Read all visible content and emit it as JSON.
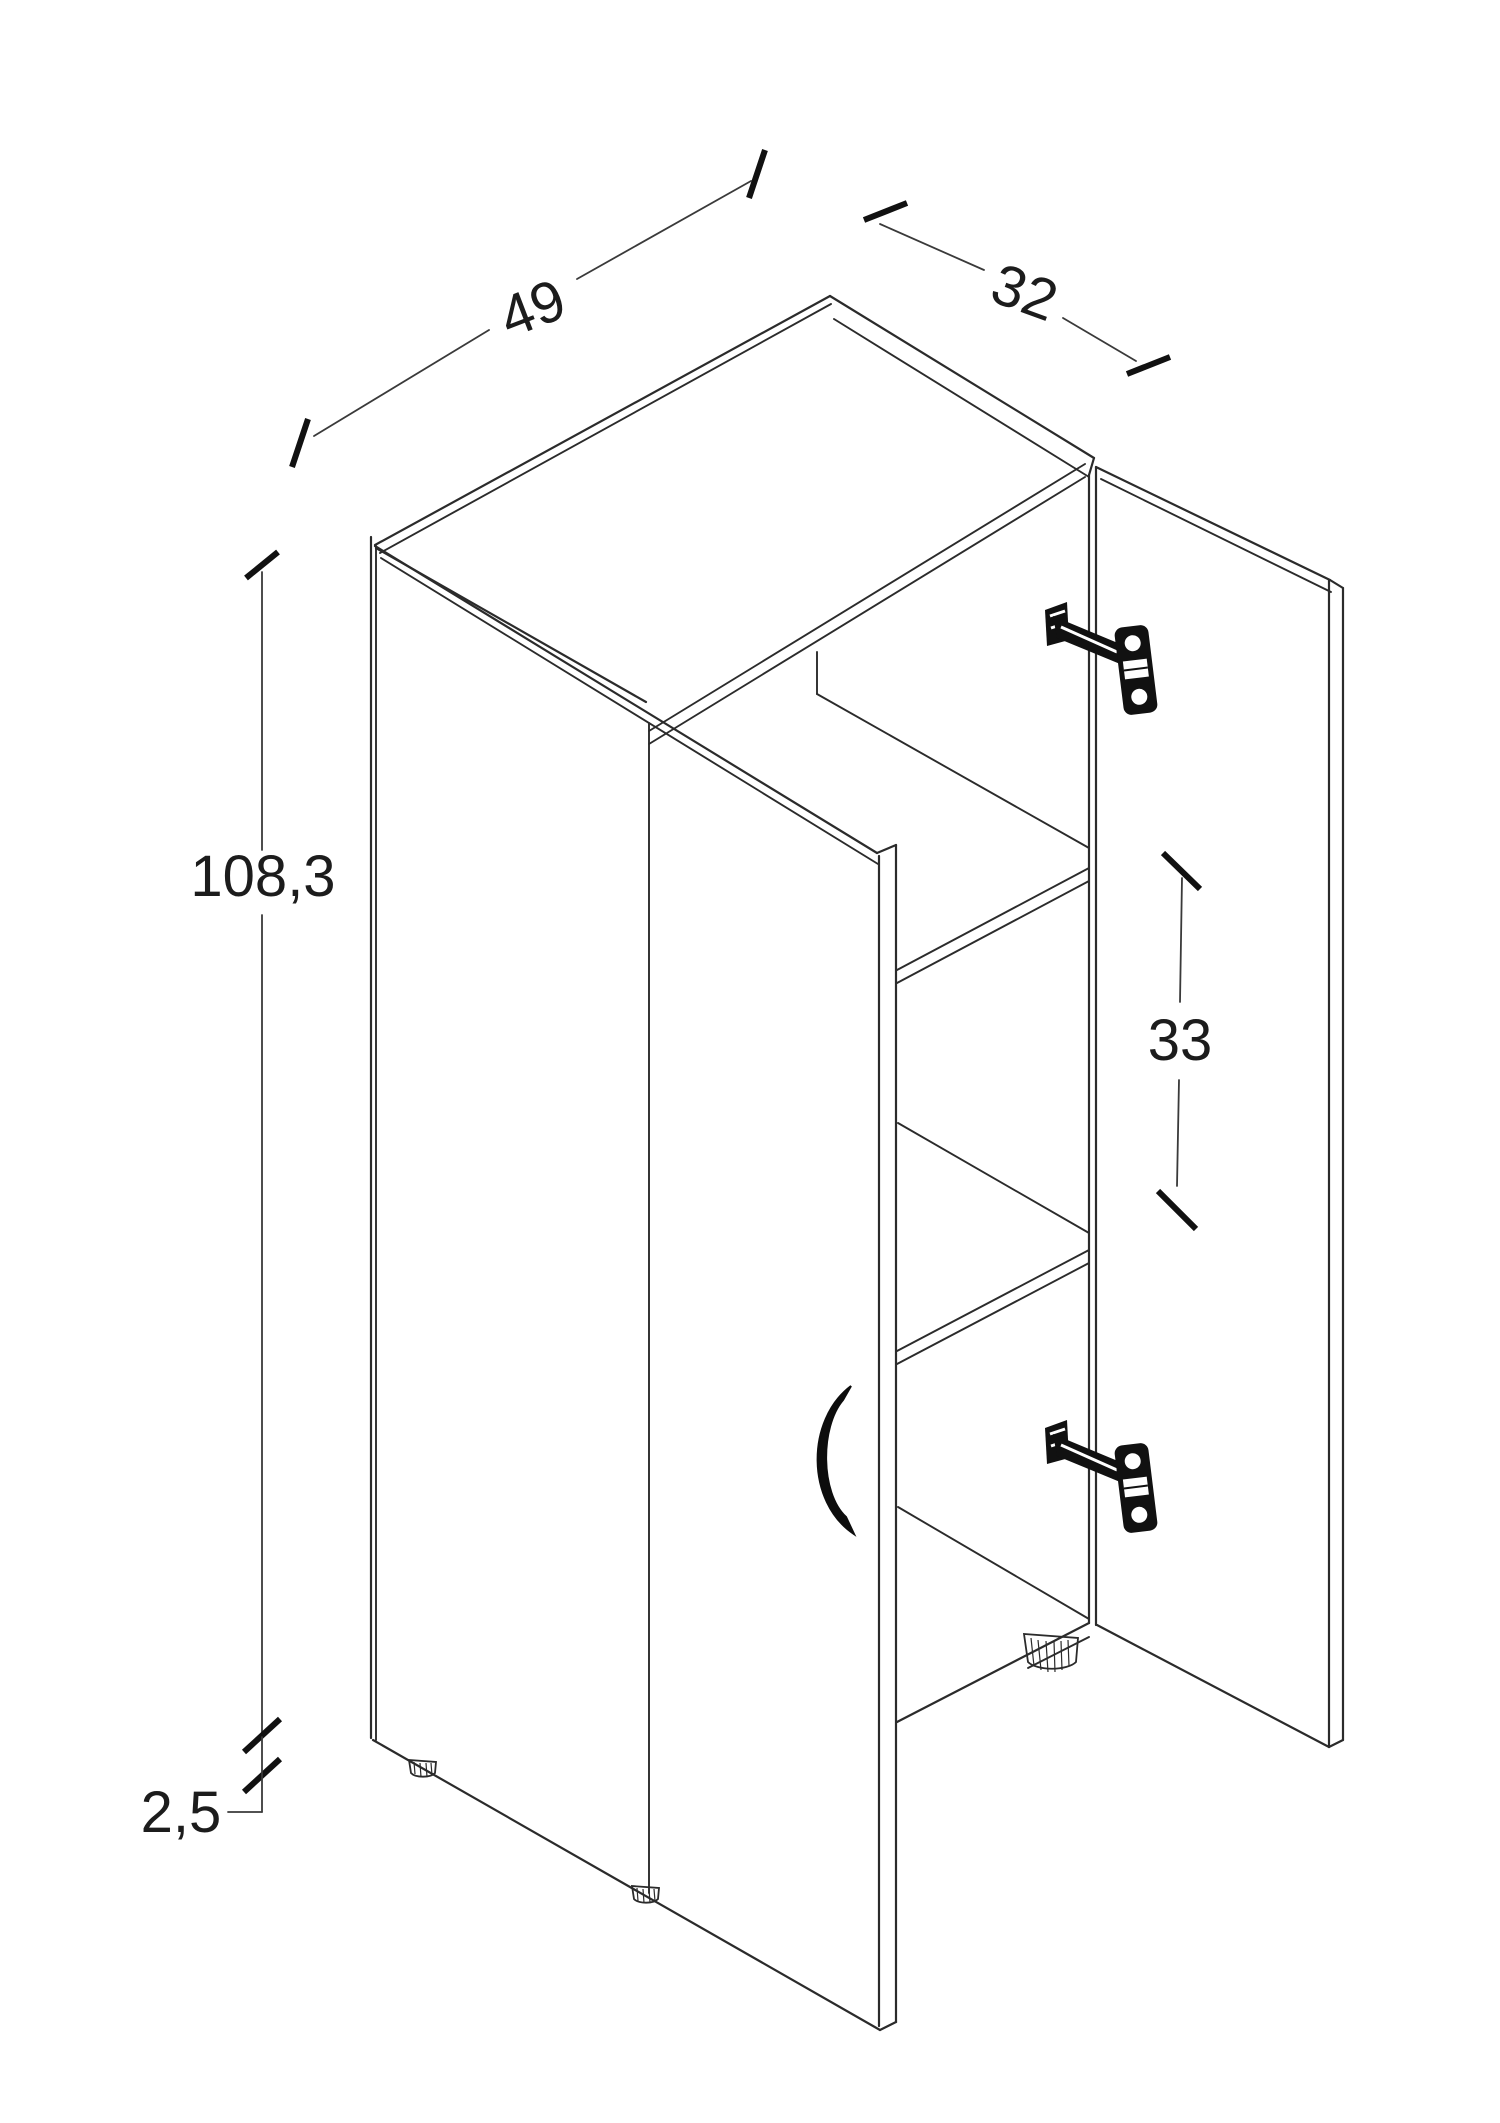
{
  "drawing": {
    "type": "furniture-dimension-diagram",
    "background_color": "#ffffff",
    "line_color": "#2b2b2b",
    "text_color": "#1c1c1c",
    "dimensions": {
      "width": {
        "label": "49"
      },
      "depth": {
        "label": "32"
      },
      "height": {
        "label": "108,3"
      },
      "shelf_gap": {
        "label": "33"
      },
      "foot_height": {
        "label": "2,5"
      }
    }
  }
}
